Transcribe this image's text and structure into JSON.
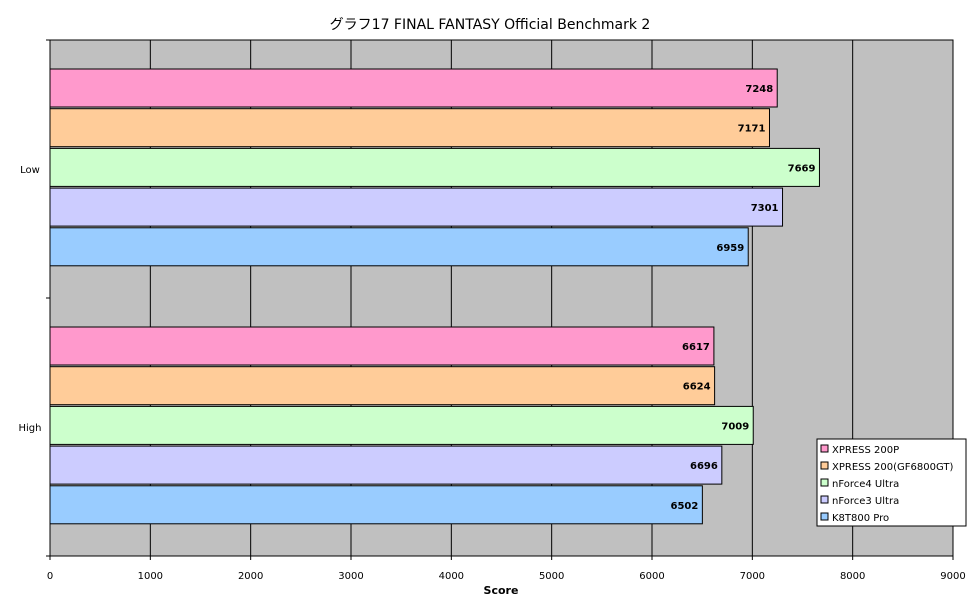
{
  "chart_data": {
    "type": "bar",
    "orientation": "horizontal",
    "title": "グラフ17  FINAL FANTASY Official Benchmark 2",
    "xlabel": "Score",
    "ylabel": "",
    "xlim": [
      0,
      9000
    ],
    "x_ticks": [
      "0",
      "1000",
      "2000",
      "3000",
      "4000",
      "5000",
      "6000",
      "7000",
      "8000",
      "9000"
    ],
    "categories": [
      "Low",
      "High"
    ],
    "grid": true,
    "legend_position": "right",
    "plot_background": "#c0c0c0",
    "series": [
      {
        "name": "XPRESS 200P",
        "color": "#ff99cc",
        "values": [
          7248,
          6617
        ]
      },
      {
        "name": "XPRESS 200(GF6800GT)",
        "color": "#ffcc99",
        "values": [
          7171,
          6624
        ]
      },
      {
        "name": "nForce4 Ultra",
        "color": "#ccffcc",
        "values": [
          7669,
          7009
        ]
      },
      {
        "name": "nForce3 Ultra",
        "color": "#ccccff",
        "values": [
          7301,
          6696
        ]
      },
      {
        "name": "K8T800 Pro",
        "color": "#99ccff",
        "values": [
          6959,
          6502
        ]
      }
    ]
  }
}
